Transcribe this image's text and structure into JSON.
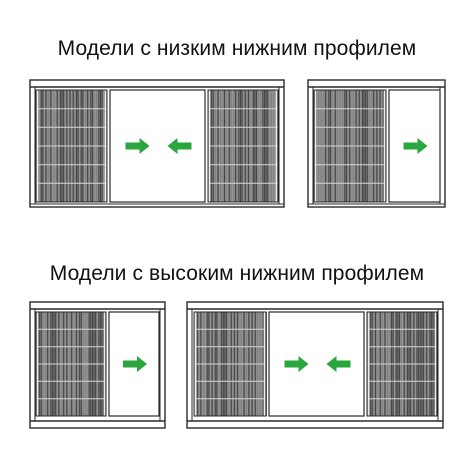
{
  "sections": [
    {
      "title": "Модели с низким нижним профилем",
      "models": [
        {
          "profile": "low",
          "panels": [
            "pleat",
            "glass",
            "pleat"
          ],
          "arrows": [
            "right",
            "left"
          ]
        },
        {
          "profile": "low",
          "panels": [
            "pleat",
            "glass"
          ],
          "arrows": [
            "right"
          ]
        }
      ]
    },
    {
      "title": "Модели с высоким нижним профилем",
      "models": [
        {
          "profile": "high",
          "panels": [
            "pleat",
            "glass"
          ],
          "arrows": [
            "right"
          ]
        },
        {
          "profile": "high",
          "panels": [
            "pleat",
            "glass",
            "pleat"
          ],
          "arrows": [
            "right",
            "left"
          ]
        }
      ]
    }
  ],
  "colors": {
    "arrow": "#2aa63f",
    "frame_fill": "#ffffff",
    "frame_stroke": "#2a2a2a",
    "mesh_dark": "#3b3b3b",
    "mesh_light": "#9a9a9a"
  },
  "icons": {
    "arrow_right": "arrow-right-icon",
    "arrow_left": "arrow-left-icon"
  }
}
